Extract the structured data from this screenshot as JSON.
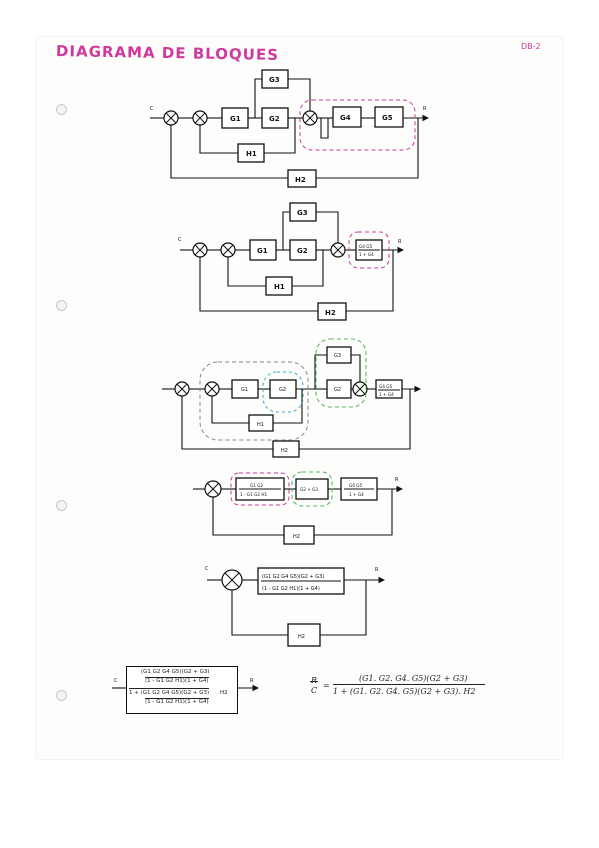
{
  "header": {
    "title": "DIAGRAMA DE BLOQUES",
    "page_tag": "DB-2"
  },
  "signals": {
    "input": "C",
    "output": "R"
  },
  "stage1": {
    "blocks": [
      "G1",
      "G2",
      "G3",
      "G4",
      "G5",
      "H1",
      "H2"
    ]
  },
  "stage2": {
    "blocks": [
      "G1",
      "G2",
      "G3",
      "H1",
      "H2"
    ],
    "reduced": {
      "num": "G4 G5",
      "den": "1 + G4"
    }
  },
  "stage3": {
    "blocks": [
      "G1",
      "G2",
      "G3",
      "G2",
      "H1",
      "H2"
    ],
    "reduced": {
      "num": "G4 G5",
      "den": "1 + G4"
    }
  },
  "stage4": {
    "block_a": {
      "num": "G1 G2",
      "den": "1 - G1 G2 H1"
    },
    "block_b": "G2 + G3",
    "block_c": {
      "num": "G4 G5",
      "den": "1 + G4"
    },
    "feedback": "H2"
  },
  "stage5": {
    "block": {
      "num": "(G1 G2 G4 G5)(G2 + G3)",
      "den": "(1 - G1 G2 H1)(1 + G4)"
    },
    "feedback": "H2"
  },
  "stage6": {
    "lines": [
      "(G1 G2 G4 G5)(G2 + G3)",
      "(1 - G1 G2 H1)(1 + G4)",
      "1 + (G1 G2 G4 G5)(G2 + G3)",
      "(1 - G1 G2 H1)(1 + G4)"
    ],
    "trailing": "H2"
  },
  "final_formula": {
    "lhs_num": "R",
    "lhs_den": "C",
    "rhs_num": "(G1. G2. G4. G5)(G2 + G3)",
    "rhs_den": "1 + (G1. G2. G4. G5)(G2 + G3). H2"
  }
}
